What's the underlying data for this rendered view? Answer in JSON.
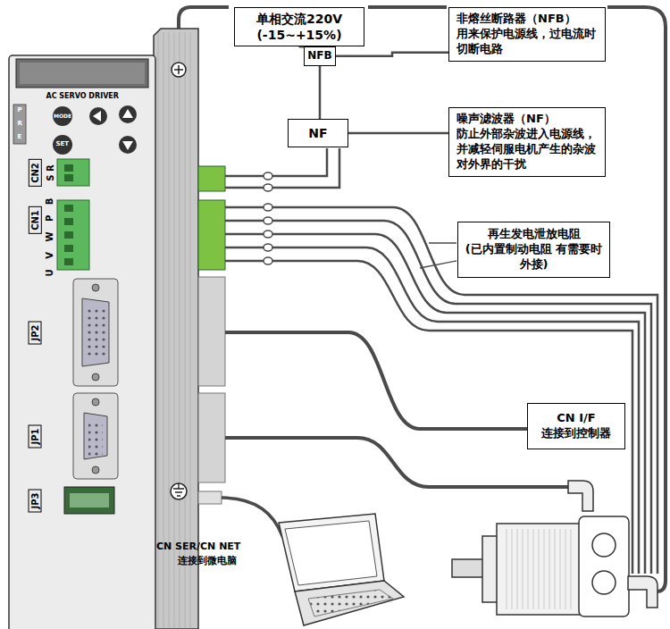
{
  "diagram": {
    "nodes": [
      {
        "text": [
          "单相交流220V",
          "(-15~+15%)"
        ]
      },
      {
        "text": [
          "NFB"
        ]
      },
      {
        "text": [
          "NF"
        ]
      },
      {
        "text": [
          "非熔丝断路器（NFB）",
          "用来保护电源线，过电流时切断电路"
        ]
      },
      {
        "text": [
          "噪声滤波器（NF）",
          "防止外部杂波进入电源线，并减轻伺服电机产生的杂波对外界的干扰"
        ]
      },
      {
        "text": [
          "再生发电泄放电阻",
          "(已内置制动电阻 有需要时外接)"
        ]
      },
      {
        "text": [
          "CN I/F",
          "连接到控制器"
        ]
      }
    ],
    "edges": [
      {
        "from": 0,
        "to": 1,
        "arrow": "none"
      },
      {
        "from": 1,
        "to": 2,
        "arrow": "none"
      },
      {
        "from": 1,
        "to": 3,
        "arrow": "none"
      },
      {
        "from": 2,
        "to": 4,
        "arrow": "none"
      }
    ],
    "labels": [
      "AC SERVO DRIVER",
      "MODE",
      "SET",
      "P",
      "R",
      "E",
      "CN2",
      "S R",
      "CN1",
      "U V W P B",
      "JP2",
      "JP1",
      "JP3",
      "CN SER/CN NET",
      "连接到微电脑"
    ]
  }
}
